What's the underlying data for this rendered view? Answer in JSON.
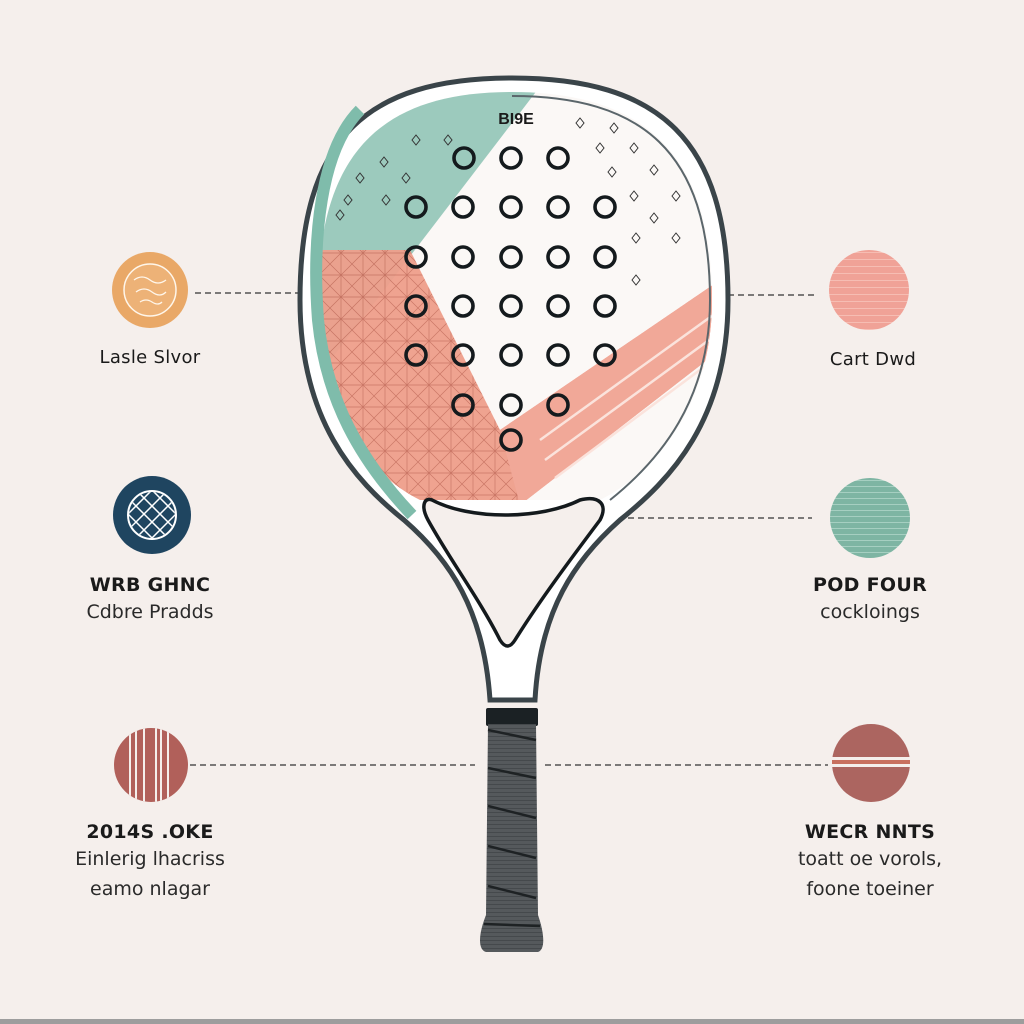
{
  "racket": {
    "brand_label": "BI9E",
    "hole_rows": [
      3,
      5,
      5,
      5,
      5,
      3,
      1
    ],
    "colors": {
      "frame": "#3a4449",
      "mint": "#8fc4b4",
      "coral": "#ef9f8c",
      "face": "#fbf8f6",
      "grip": "#4e5255"
    }
  },
  "callouts": {
    "left": [
      {
        "title": "Lasle Slvor",
        "subtitle": "",
        "icon": "orange-textured-circle-icon",
        "color": "#e9a867"
      },
      {
        "title": "WRB GHNC",
        "subtitle": "Cdbre Pradds",
        "icon": "navy-mesh-circle-icon",
        "color": "#1f4560"
      },
      {
        "title": "2014S .OKE",
        "subtitle_lines": [
          "Einlerig lhacriss",
          "eamo nlagar"
        ],
        "icon": "red-striped-circle-icon",
        "color": "#b1605a"
      }
    ],
    "right": [
      {
        "title": "Cart Dwd",
        "subtitle": "",
        "icon": "coral-circle-icon",
        "color": "#f0a297"
      },
      {
        "title": "POD FOUR",
        "subtitle": "cockloings",
        "icon": "mint-lined-circle-icon",
        "color": "#7eb5a3"
      },
      {
        "title": "WECR NNTS",
        "subtitle_lines": [
          "toatt oe vorols,",
          "foone toeiner"
        ],
        "icon": "red-banded-circle-icon",
        "color": "#ac6560"
      }
    ]
  }
}
